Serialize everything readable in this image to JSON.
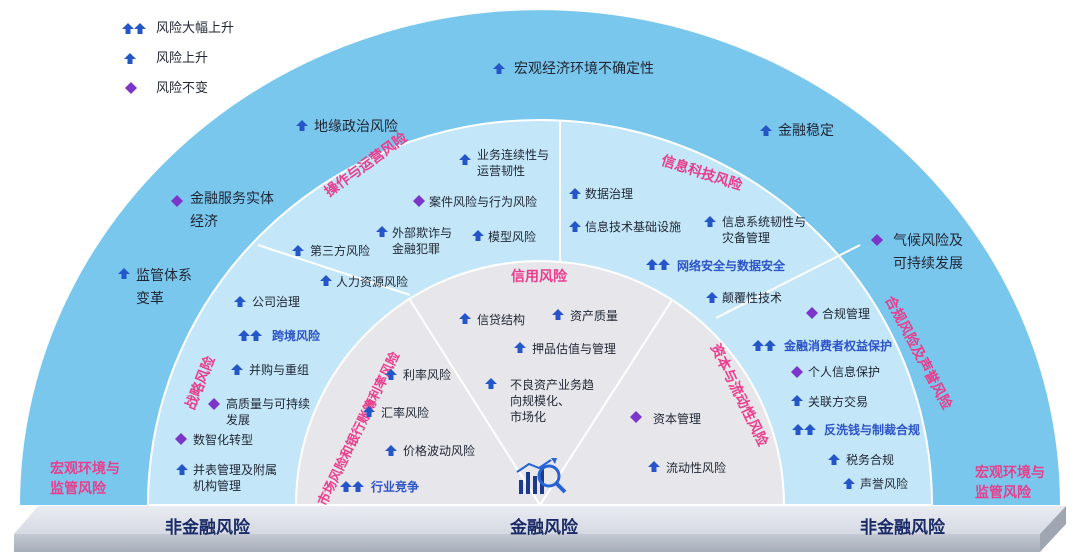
{
  "legend": {
    "double_up": "风险大幅上升",
    "up": "风险上升",
    "same": "风险不变"
  },
  "outer": {
    "macro": "宏观经济环境不确定性",
    "geo": "地缘政治风险",
    "finstab": "金融稳定",
    "serve_real_1": "金融服务实体",
    "serve_real_2": "经济",
    "climate_1": "气候风险及",
    "climate_2": "可持续发展",
    "reg_sys_1": "监管体系",
    "reg_sys_2": "变革",
    "left_corner_1": "宏观环境与",
    "left_corner_2": "监管风险",
    "right_corner_1": "宏观环境与",
    "right_corner_2": "监管风险"
  },
  "ops": {
    "title": "操作与运营风险",
    "bcm_1": "业务连续性与",
    "bcm_2": "运营韧性",
    "case": "案件风险与行为风险",
    "fraud_1": "外部欺诈与",
    "fraud_2": "金融犯罪",
    "model": "模型风险",
    "third": "第三方风险",
    "hr": "人力资源风险"
  },
  "it": {
    "title": "信息科技风险",
    "data_gov": "数据治理",
    "infra": "信息技术基础设施",
    "resil_1": "信息系统韧性与",
    "resil_2": "灾备管理",
    "cyber": "网络安全与数据安全",
    "disrupt": "颠覆性技术"
  },
  "strategy": {
    "title": "战略风险",
    "gov": "公司治理",
    "cross": "跨境风险",
    "mna": "并购与重组",
    "hq_1": "高质量与可持续",
    "hq_2": "发展",
    "digital": "数智化转型",
    "consol_1": "并表管理及附属",
    "consol_2": "机构管理"
  },
  "compliance": {
    "title": "合规风险及声誉风险",
    "comp_mgmt": "合规管理",
    "consumer": "金融消费者权益保护",
    "privacy": "个人信息保护",
    "related": "关联方交易",
    "aml": "反洗钱与制裁合规",
    "tax": "税务合规",
    "rep": "声誉风险"
  },
  "market": {
    "title": "市场风险和银行账簿利率风险",
    "ir": "利率风险",
    "fx": "汇率风险",
    "pv": "价格波动风险",
    "comp": "行业竞争"
  },
  "credit": {
    "title": "信用风险",
    "structure": "信贷结构",
    "asset_q": "资产质量",
    "collateral": "押品估值与管理",
    "npl_1": "不良资产业务趋",
    "npl_2": "向规模化、",
    "npl_3": "市场化"
  },
  "capital": {
    "title": "资本与流动性风险",
    "capmgmt": "资本管理",
    "liq": "流动性风险"
  },
  "base": {
    "left": "非金融风险",
    "center": "金融风险",
    "right": "非金融风险"
  },
  "colors": {
    "outer_ring": "#7bc8ee",
    "middle_ring": "#bfe6f8",
    "inner": "#e6e6ea",
    "pink": "#e83e8c",
    "arrow": "#2456c9",
    "diamond": "#7b35c9",
    "base_label": "#1a2a66"
  }
}
